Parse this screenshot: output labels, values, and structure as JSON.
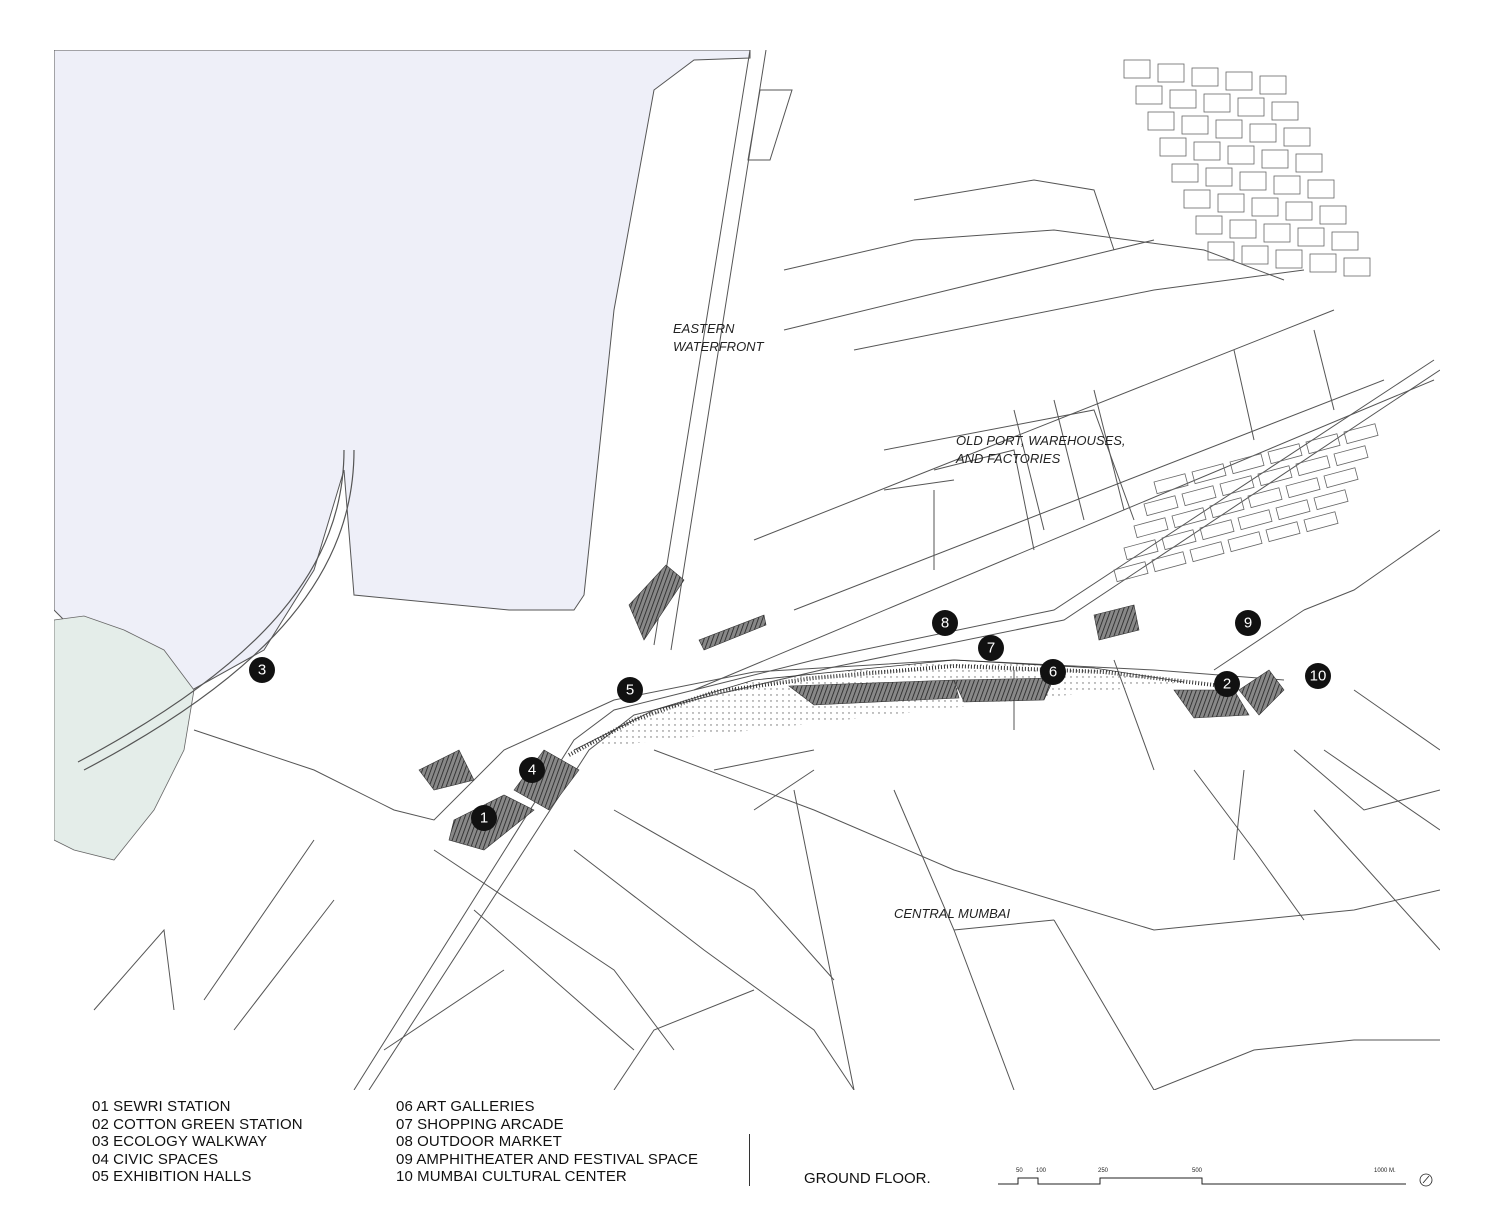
{
  "map": {
    "area_labels": [
      {
        "id": "eastern-waterfront",
        "lines": [
          "EASTERN",
          "WATERFRONT"
        ]
      },
      {
        "id": "old-port",
        "lines": [
          "OLD PORT, WAREHOUSES,",
          "AND FACTORIES"
        ]
      },
      {
        "id": "central-mumbai",
        "lines": [
          "CENTRAL MUMBAI"
        ]
      }
    ],
    "markers": [
      {
        "num": "1"
      },
      {
        "num": "2"
      },
      {
        "num": "3"
      },
      {
        "num": "4"
      },
      {
        "num": "5"
      },
      {
        "num": "6"
      },
      {
        "num": "7"
      },
      {
        "num": "8"
      },
      {
        "num": "9"
      },
      {
        "num": "10"
      }
    ],
    "colors": {
      "water": "#eeeff8",
      "wetland": "#e4ede9",
      "lines": "#555555",
      "marker": "#111111"
    }
  },
  "legend": {
    "left": [
      "01 SEWRI STATION",
      "02 COTTON GREEN STATION",
      "03 ECOLOGY WALKWAY",
      "04 CIVIC SPACES",
      "05 EXHIBITION HALLS"
    ],
    "right": [
      "06 ART GALLERIES",
      "07 SHOPPING ARCADE",
      "08 OUTDOOR MARKET",
      "09 AMPHITHEATER AND FESTIVAL SPACE",
      "10 MUMBAI CULTURAL CENTER"
    ]
  },
  "floor_label": "GROUND FLOOR.",
  "scale": {
    "ticks": [
      "50",
      "100",
      "250",
      "500",
      "1000 M."
    ]
  }
}
